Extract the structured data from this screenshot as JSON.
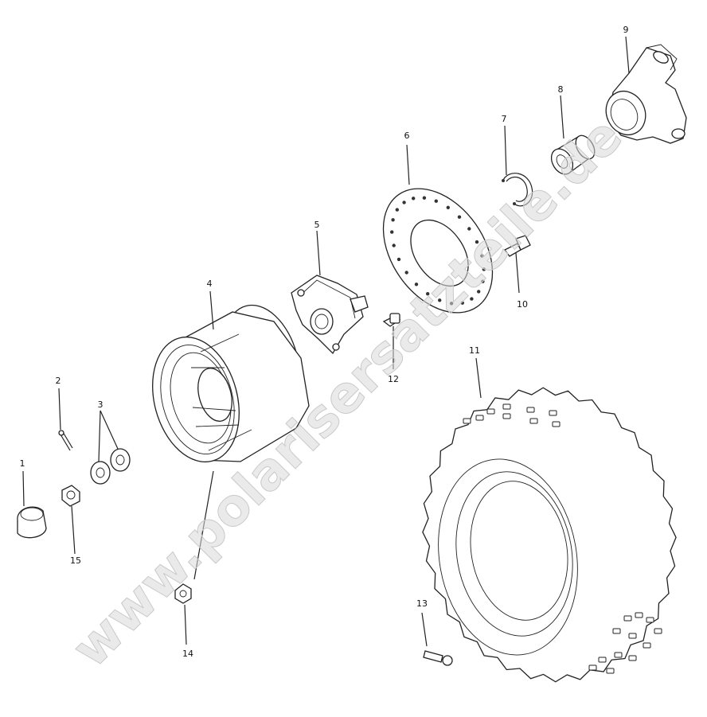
{
  "diagram": {
    "callouts": [
      {
        "id": "1",
        "label": "1"
      },
      {
        "id": "2",
        "label": "2"
      },
      {
        "id": "3",
        "label": "3"
      },
      {
        "id": "4",
        "label": "4"
      },
      {
        "id": "5",
        "label": "5"
      },
      {
        "id": "6",
        "label": "6"
      },
      {
        "id": "7",
        "label": "7"
      },
      {
        "id": "8",
        "label": "8"
      },
      {
        "id": "9",
        "label": "9"
      },
      {
        "id": "10",
        "label": "10"
      },
      {
        "id": "11",
        "label": "11"
      },
      {
        "id": "12",
        "label": "12"
      },
      {
        "id": "13",
        "label": "13"
      },
      {
        "id": "14",
        "label": "14"
      },
      {
        "id": "15",
        "label": "15"
      }
    ],
    "watermark": "www.polarisersatzteile.de"
  }
}
